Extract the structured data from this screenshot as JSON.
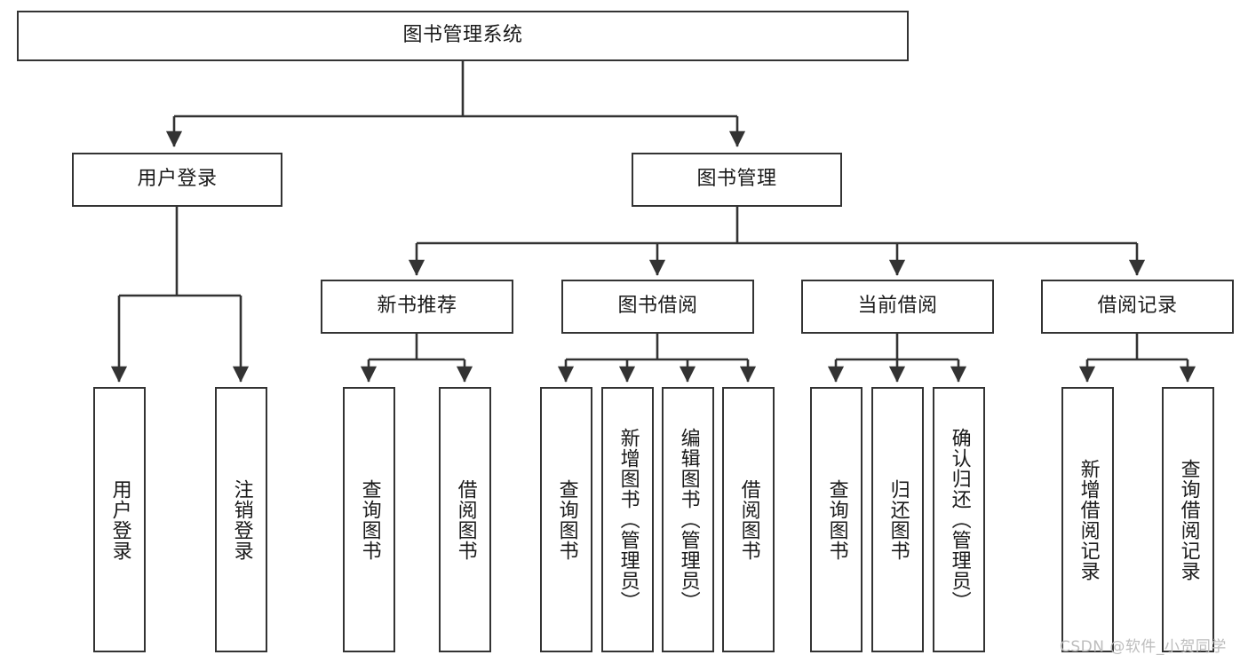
{
  "diagram": {
    "title_node": {
      "id": "root",
      "label": "图书管理系统"
    },
    "level1": [
      {
        "id": "user-login",
        "label": "用户登录"
      },
      {
        "id": "book-management",
        "label": "图书管理"
      }
    ],
    "level2": [
      {
        "id": "new-book-recommend",
        "label": "新书推荐"
      },
      {
        "id": "book-borrow",
        "label": "图书借阅"
      },
      {
        "id": "current-borrow",
        "label": "当前借阅"
      },
      {
        "id": "borrow-record",
        "label": "借阅记录"
      }
    ],
    "leaves": {
      "user_login": [
        {
          "id": "leaf-user-login",
          "label": "用户登录"
        },
        {
          "id": "leaf-logout-login",
          "label": "注销登录"
        }
      ],
      "new_book_recommend": [
        {
          "id": "leaf-query-book-1",
          "label": "查询图书"
        },
        {
          "id": "leaf-borrow-book-1",
          "label": "借阅图书"
        }
      ],
      "book_borrow": [
        {
          "id": "leaf-query-book-2",
          "label": "查询图书"
        },
        {
          "id": "leaf-add-book-admin",
          "label": "新增图书（管理员）"
        },
        {
          "id": "leaf-edit-book-admin",
          "label": "编辑图书（管理员）"
        },
        {
          "id": "leaf-borrow-book-2",
          "label": "借阅图书"
        }
      ],
      "current_borrow": [
        {
          "id": "leaf-query-book-3",
          "label": "查询图书"
        },
        {
          "id": "leaf-return-book",
          "label": "归还图书"
        },
        {
          "id": "leaf-confirm-return-admin",
          "label": "确认归还（管理员）"
        }
      ],
      "borrow_record": [
        {
          "id": "leaf-add-borrow-record",
          "label": "新增借阅记录"
        },
        {
          "id": "leaf-query-borrow-record",
          "label": "查询借阅记录"
        }
      ]
    }
  },
  "watermark": {
    "text": "CSDN @软件_小贺同学"
  },
  "colors": {
    "stroke": "#333333",
    "fill": "#ffffff",
    "text": "#1a1a1a",
    "watermark": "#bdbdbd"
  }
}
